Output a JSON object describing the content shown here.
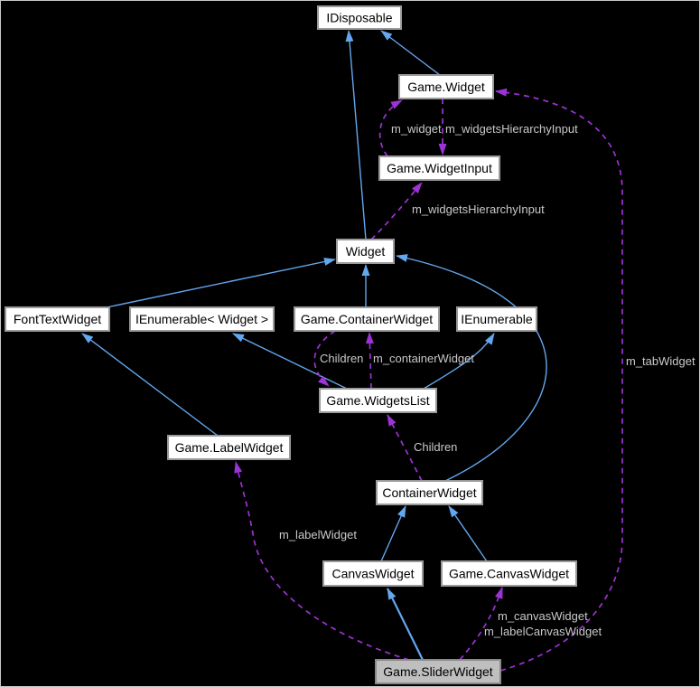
{
  "diagram": {
    "kind": "class-collaboration-graph",
    "background": "#000000",
    "colors": {
      "background": "#000000",
      "inherit_edge": "#63a7f0",
      "usage_edge": "#9c33d6",
      "node_fill": "#ffffff",
      "node_border": "#9a9a9a",
      "node_text": "#000000",
      "highlight_fill": "#bfbfbf",
      "highlight_border": "#8a8a8a",
      "label_text": "#c9c9c9"
    },
    "nodes": [
      {
        "id": "idisposable",
        "label": "IDisposable"
      },
      {
        "id": "game-widget",
        "label": "Game.Widget"
      },
      {
        "id": "game-widgetinput",
        "label": "Game.WidgetInput"
      },
      {
        "id": "widget",
        "label": "Widget"
      },
      {
        "id": "fonttextwidget",
        "label": "FontTextWidget"
      },
      {
        "id": "ienumerable-widget",
        "label": "IEnumerable< Widget >"
      },
      {
        "id": "game-containerwidget",
        "label": "Game.ContainerWidget"
      },
      {
        "id": "ienumerable",
        "label": "IEnumerable"
      },
      {
        "id": "game-widgetslist",
        "label": "Game.WidgetsList"
      },
      {
        "id": "game-labelwidget",
        "label": "Game.LabelWidget"
      },
      {
        "id": "containerwidget",
        "label": "ContainerWidget"
      },
      {
        "id": "canvaswidget",
        "label": "CanvasWidget"
      },
      {
        "id": "game-canvaswidget",
        "label": "Game.CanvasWidget"
      },
      {
        "id": "game-sliderwidget",
        "label": "Game.SliderWidget"
      }
    ],
    "edge_labels": [
      {
        "text": "m_widget"
      },
      {
        "text": "m_widgetsHierarchyInput"
      },
      {
        "text": "m_widgetsHierarchyInput"
      },
      {
        "text": "Children"
      },
      {
        "text": "m_containerWidget"
      },
      {
        "text": "m_tabWidget"
      },
      {
        "text": "Children"
      },
      {
        "text": "m_labelWidget"
      },
      {
        "text": "m_canvasWidget"
      },
      {
        "text": "m_labelCanvasWidget"
      }
    ]
  }
}
